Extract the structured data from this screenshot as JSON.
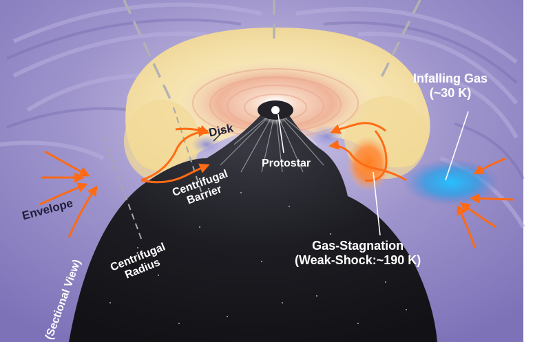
{
  "labels": {
    "infalling_gas_line1": "Infalling Gas",
    "infalling_gas_line2": "(~30 K)",
    "disk": "Disk",
    "protostar": "Protostar",
    "centrifugal_barrier_line1": "Centrifugal",
    "centrifugal_barrier_line2": "Barrier",
    "envelope": "Envelope",
    "sectional_view": "(Sectional View)",
    "centrifugal_radius_line1": "Centrifugal",
    "centrifugal_radius_line2": "Radius",
    "gas_stagnation_line1": "Gas-Stagnation",
    "gas_stagnation_line2": "(Weak-Shock:~190 K)"
  },
  "colors": {
    "envelope_purple": "#8a80bf",
    "envelope_light": "#c7c0e3",
    "disk_cream": "#f4e2ad",
    "disk_ring": "#e9a98e",
    "cavity_dark": "#1b1b21",
    "arrow_orange": "#ff6a13",
    "infall_blue": "#2fb4f2",
    "stagnation_orange": "#ff7a1c"
  }
}
